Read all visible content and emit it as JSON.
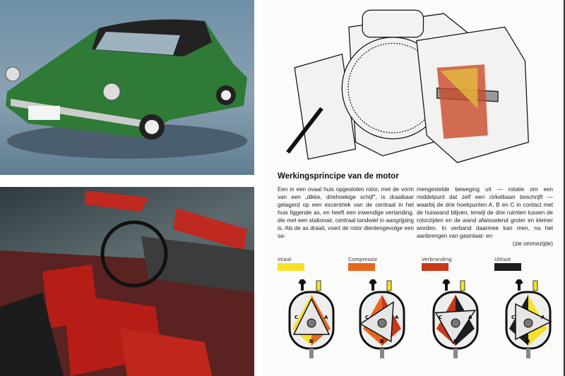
{
  "heading": "Werkingsprincipe van de motor",
  "col1": "Een in een ovaal huis opgesloten rotor, met de vorm van een „dikke, driehoekige schijf\", is draaibaar gelagerd op een excentriek van de centraal in het huis liggende as, en heeft een inwendige vertanding, die met een stationair, centraal tandwiel in aangrijping is. Als de as draait, voert de rotor dientengevolge een sa-",
  "col2": "mengestelde beweging uit — rotatie om een middelpunt dat zelf een cirkelbaan beschrijft — waarbij de drie hoekpunten A, B en C in contact met de huiswand blijven, terwijl de drie ruimten tussen de rotorzijden en de wand afwisselend groter en kleiner worden. In verband daarmee kan men, na het aanbrengen van gasinlaat- en",
  "col2_end": "(zie ommezijde)",
  "legend": [
    {
      "label": "Inlaat",
      "color": "#f5e12a"
    },
    {
      "label": "Compressie",
      "color": "#e8671e"
    },
    {
      "label": "Verbranding",
      "color": "#c8391a"
    },
    {
      "label": "Uitlaat",
      "color": "#1c1e1f"
    }
  ],
  "rotor_labels": [
    "A",
    "B",
    "C"
  ]
}
